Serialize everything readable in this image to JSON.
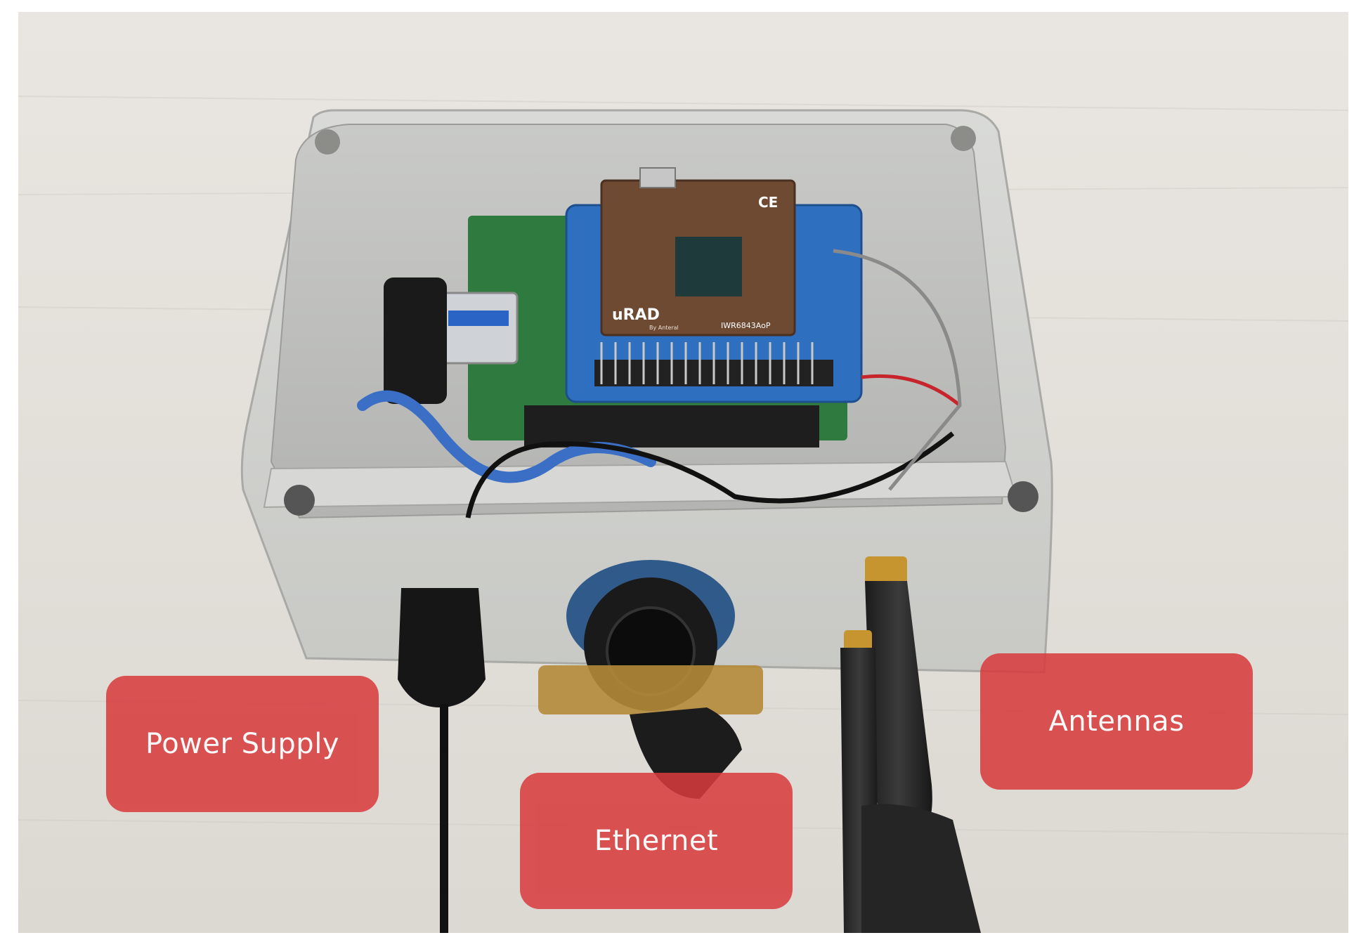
{
  "photo": {
    "board_brand": "uRAD",
    "board_brand_sub": "By Anteral",
    "chip_label": "IWR6843AoP",
    "ce_mark": "CE"
  },
  "labels": {
    "power_supply": "Power Supply",
    "ethernet": "Ethernet",
    "antennas": "Antennas"
  },
  "colors": {
    "callout": "#d93a3c",
    "enclosure": "#d4d5d2",
    "board_blue": "#2f6fc0",
    "board_green": "#2f7a3e",
    "board_brown": "#6e4a32",
    "table": "#e6e2dc"
  }
}
